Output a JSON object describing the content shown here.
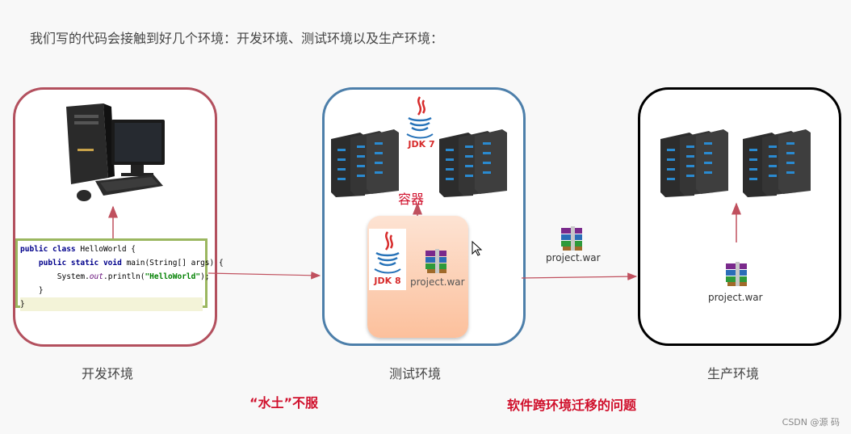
{
  "heading": "我们写的代码会接触到好几个环境：开发环境、测试环境以及生产环境：",
  "environments": {
    "dev": "开发环境",
    "test": "测试环境",
    "prod": "生产环境"
  },
  "code_lines": {
    "l1_kw": "public class ",
    "l1_rest": "HelloWorld {",
    "l2_kw": "    public static void ",
    "l2_rest": "main(String[] args) {",
    "l3_pre": "        System.",
    "l3_out": "out",
    "l3_mid": ".println(",
    "l3_str": "\"HelloWorld\"",
    "l3_end": ");",
    "l4": "    }",
    "l5": "}"
  },
  "test_env": {
    "jdk_top": "JDK 7",
    "container_label": "容器",
    "jdk_inner": "JDK 8",
    "war_inner": "project.war"
  },
  "transfer_war": "project.war",
  "prod_war": "project.war",
  "captions": {
    "left": "“水土”不服",
    "right": "软件跨环境迁移的问题"
  },
  "watermark": "CSDN @源  码",
  "colors": {
    "dev_border": "#b3505e",
    "test_border": "#4d7faa",
    "prod_border": "#000000",
    "arrow": "#c0505e",
    "caption": "#d0102c"
  }
}
